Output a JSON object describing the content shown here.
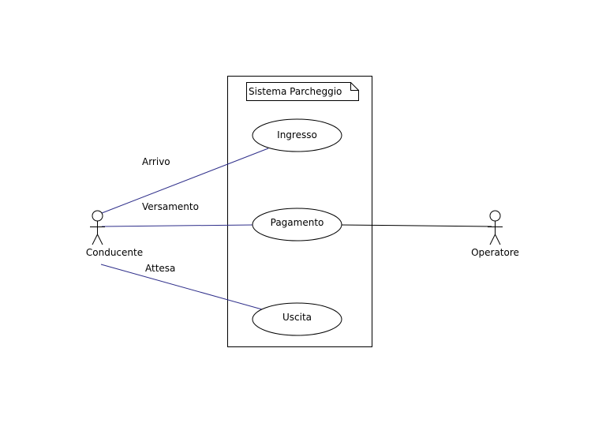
{
  "system": {
    "note": "Sistema Parcheggio"
  },
  "actors": {
    "conducente": "Conducente",
    "operatore": "Operatore"
  },
  "use_cases": {
    "ingresso": "Ingresso",
    "pagamento": "Pagamento",
    "uscita": "Uscita"
  },
  "associations": {
    "arrivo": "Arrivo",
    "versamento": "Versamento",
    "attesa": "Attesa"
  },
  "colors": {
    "line": "#000000",
    "association": "#2e2e8a",
    "background": "#ffffff"
  }
}
